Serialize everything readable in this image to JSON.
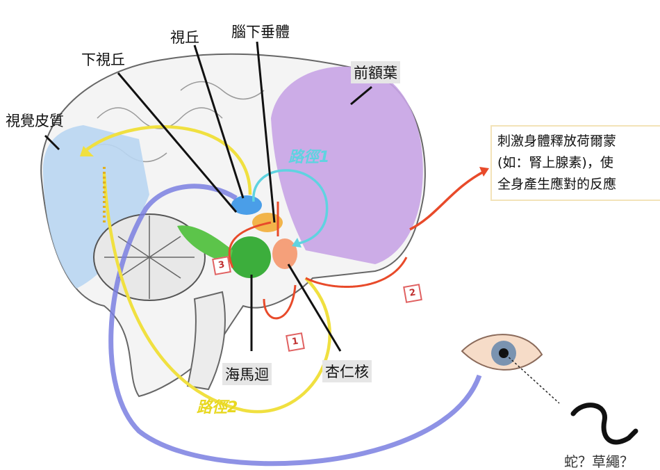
{
  "labels": {
    "thalamus": "視丘",
    "pituitary": "腦下垂體",
    "hypothalamus": "下視丘",
    "prefrontal": "前額葉",
    "visual_cortex": "視覺皮質",
    "hippocampus": "海馬迴",
    "amygdala": "杏仁核"
  },
  "paths": {
    "path1": "路徑1",
    "path2": "路徑2"
  },
  "badges": [
    "1",
    "2",
    "3"
  ],
  "hormone_box": {
    "line1": "刺激身體釋放荷爾蒙",
    "line2": "(如：腎上腺素)，使",
    "line3": "全身產生應對的反應"
  },
  "question": "蛇？草繩？",
  "colors": {
    "prefrontal": "#c8a4e6",
    "visual_cortex": "#b9d6f2",
    "path1": "#5fd3e0",
    "path2": "#f0e040",
    "visual_path": "#7a7fe0",
    "hormone_arrow": "#e84a2a",
    "hippocampus": "#3cae3c",
    "thalamus": "#4a9ee8"
  }
}
